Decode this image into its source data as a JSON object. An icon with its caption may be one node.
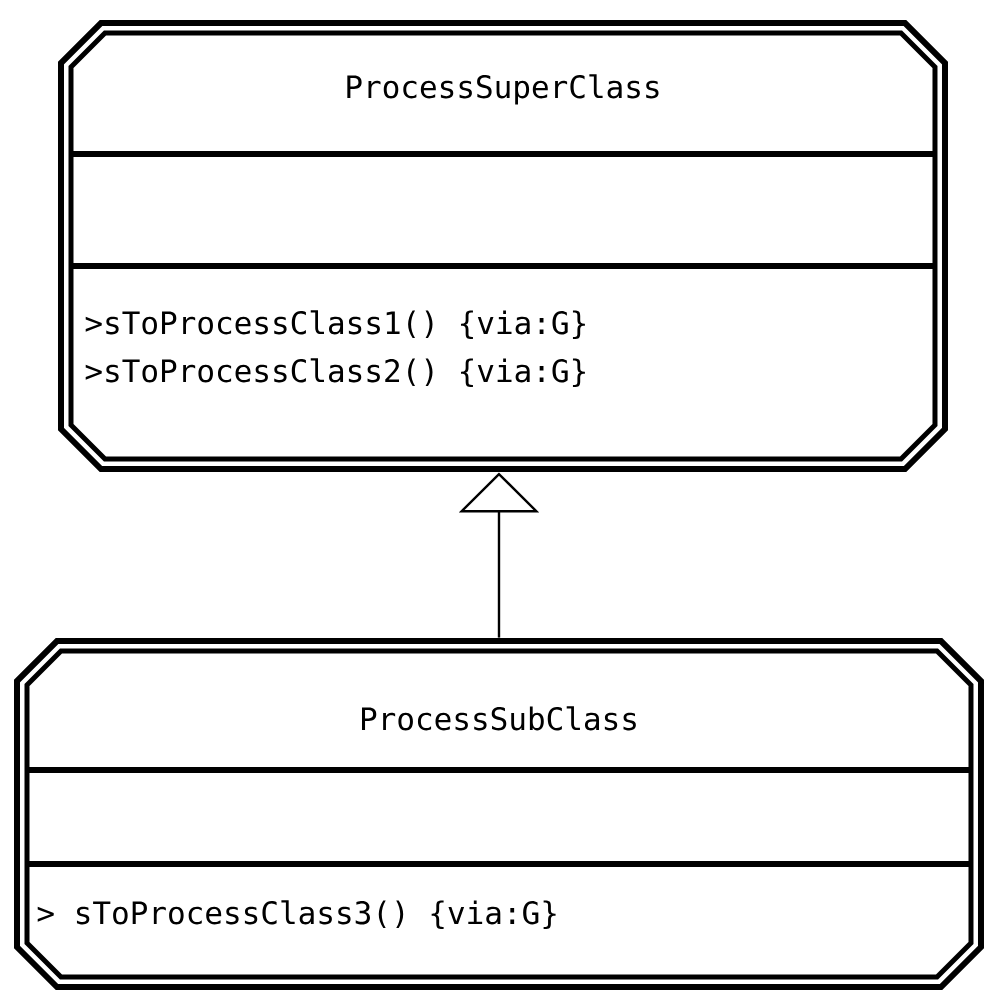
{
  "diagram": {
    "nodes": [
      {
        "text": [
          "ProcessSuperClass",
          ">sToProcessClass1() {via:G}",
          ">sToProcessClass2() {via:G}"
        ]
      },
      {
        "text": [
          "ProcessSubClass",
          "> sToProcessClass3() {via:G}"
        ]
      }
    ],
    "edges": [
      {
        "from": 1,
        "to": 0,
        "arrow": "to"
      }
    ]
  }
}
